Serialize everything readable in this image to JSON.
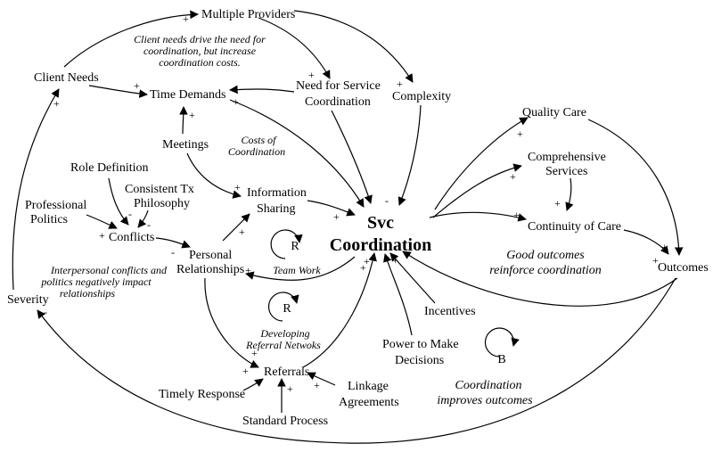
{
  "colors": {
    "ink": "#000000",
    "background": "#ffffff"
  },
  "nodes": {
    "multiple_providers": "Multiple Providers",
    "client_needs": "Client Needs",
    "time_demands": "Time Demands",
    "need_svc_1": "Need for Service",
    "need_svc_2": "Coordination",
    "complexity": "Complexity",
    "quality_care": "Quality Care",
    "comprehensive_1": "Comprehensive",
    "comprehensive_2": "Services",
    "continuity": "Continuity of Care",
    "outcomes": "Outcomes",
    "meetings": "Meetings",
    "role_definition": "Role Definition",
    "consistent_1": "Consistent Tx",
    "consistent_2": "Philosophy",
    "professional_1": "Professional",
    "professional_2": "Politics",
    "conflicts": "Conflicts",
    "info_1": "Information",
    "info_2": "Sharing",
    "svc_1": "Svc",
    "svc_2": "Coordination",
    "personal_1": "Personal",
    "personal_2": "Relationships",
    "severity": "Severity",
    "incentives": "Incentives",
    "power_1": "Power to Make",
    "power_2": "Decisions",
    "referrals": "Referrals",
    "linkage_1": "Linkage",
    "linkage_2": "Agreements",
    "timely_response": "Timely Response",
    "standard_process": "Standard Process"
  },
  "annotations": {
    "client_note_1": "Client needs drive the need for",
    "client_note_2": "coordination, but increase",
    "client_note_3": "coordination costs.",
    "costs_1": "Costs of",
    "costs_2": "Coordination",
    "conflict_note_1": "Interpersonal conflicts and",
    "conflict_note_2": "politics negatively impact",
    "conflict_note_3": "relationships",
    "good_1": "Good outcomes",
    "good_2": "reinforce coordination",
    "coord_1": "Coordination",
    "coord_2": "improves outcomes"
  },
  "loops": {
    "team_work": {
      "symbol": "R",
      "name": "Team Work"
    },
    "referral_networks": {
      "symbol": "R",
      "name_1": "Developing",
      "name_2": "Referral Netwoks"
    },
    "outcomes_loop": {
      "symbol": "B"
    }
  },
  "polarity": {
    "plus": "+",
    "minus": "-"
  }
}
